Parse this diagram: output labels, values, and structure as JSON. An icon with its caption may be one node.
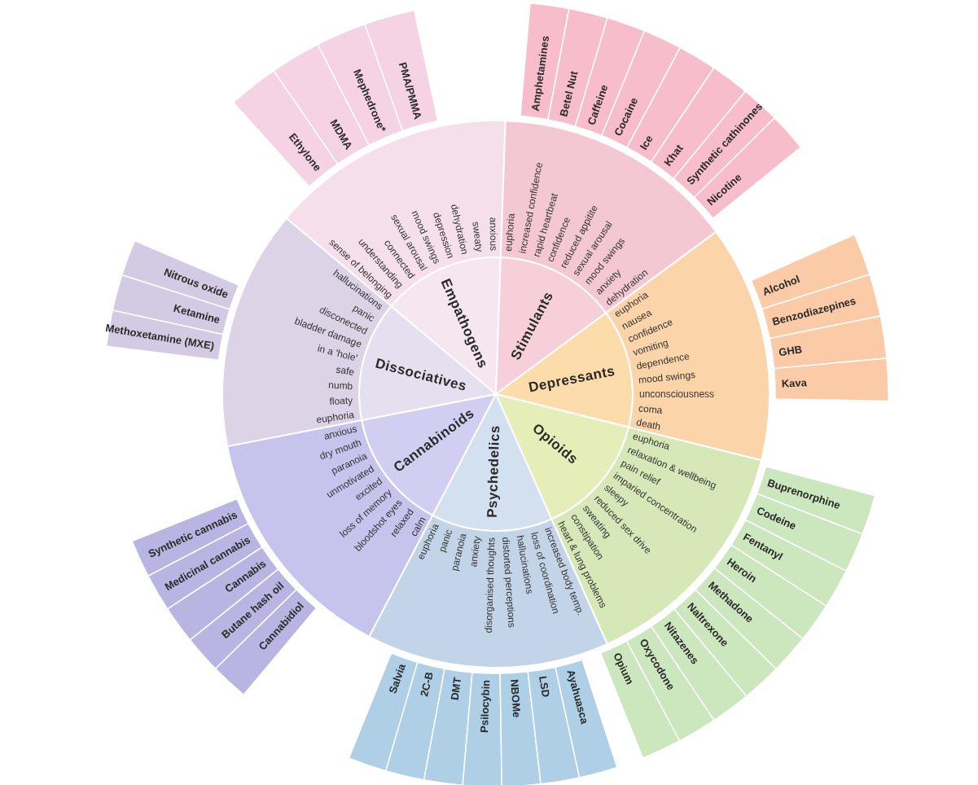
{
  "diagram": {
    "nodes": [
      {
        "text": [
          "Empathogens"
        ]
      },
      {
        "text": [
          "sense of belonging",
          "understanding",
          "connected",
          "sexual arousal",
          "mood swings",
          "depression",
          "dehydration",
          "sweaty",
          "anxious"
        ]
      },
      {
        "text": [
          "Ethylone"
        ]
      },
      {
        "text": [
          "MDMA"
        ]
      },
      {
        "text": [
          "Mephedrone*"
        ]
      },
      {
        "text": [
          "PMA/PMMA"
        ]
      },
      {
        "text": [
          "Stimulants"
        ]
      },
      {
        "text": [
          "euphoria",
          "increased confidence",
          "rapid heartbeat",
          "confidence",
          "reduced appitite",
          "sexual arousal",
          "mood swings",
          "anxiety",
          "dehydration"
        ]
      },
      {
        "text": [
          "Amphetamines"
        ]
      },
      {
        "text": [
          "Betel Nut"
        ]
      },
      {
        "text": [
          "Caffeine"
        ]
      },
      {
        "text": [
          "Cocaine"
        ]
      },
      {
        "text": [
          "Ice"
        ]
      },
      {
        "text": [
          "Khat"
        ]
      },
      {
        "text": [
          "Synthetic cathinones"
        ]
      },
      {
        "text": [
          "Nicotine"
        ]
      },
      {
        "text": [
          "Depressants"
        ]
      },
      {
        "text": [
          "euphoria",
          "nausea",
          "confidence",
          "vomiting",
          "dependence",
          "mood swings",
          "unconsciousness",
          "coma",
          "death"
        ]
      },
      {
        "text": [
          "Alcohol"
        ]
      },
      {
        "text": [
          "Benzodiazepines"
        ]
      },
      {
        "text": [
          "GHB"
        ]
      },
      {
        "text": [
          "Kava"
        ]
      },
      {
        "text": [
          "Opioids"
        ]
      },
      {
        "text": [
          "euphoria",
          "relaxation & wellbeing",
          "pain relief",
          "imparied concentration",
          "sleepy",
          "reduced sex drive",
          "sweating",
          "constipation",
          "heart & lung problems"
        ]
      },
      {
        "text": [
          "Buprenorphine"
        ]
      },
      {
        "text": [
          "Codeine"
        ]
      },
      {
        "text": [
          "Fentanyl"
        ]
      },
      {
        "text": [
          "Heroin"
        ]
      },
      {
        "text": [
          "Methadone"
        ]
      },
      {
        "text": [
          "Naltrexone"
        ]
      },
      {
        "text": [
          "Nitazenes"
        ]
      },
      {
        "text": [
          "Oxycodone"
        ]
      },
      {
        "text": [
          "Opium"
        ]
      },
      {
        "text": [
          "Psychedelics"
        ]
      },
      {
        "text": [
          "euphoria",
          "panic",
          "paranoia",
          "anxiety",
          "disorganised thoughts",
          "distorted perceptions",
          "hallucinations",
          "loss of coordination",
          "increased body temp."
        ]
      },
      {
        "text": [
          "Salvia"
        ]
      },
      {
        "text": [
          "2C-B"
        ]
      },
      {
        "text": [
          "DMT"
        ]
      },
      {
        "text": [
          "Psilocybin"
        ]
      },
      {
        "text": [
          "NBOMe"
        ]
      },
      {
        "text": [
          "LSD"
        ]
      },
      {
        "text": [
          "Ayahuasca"
        ]
      },
      {
        "text": [
          "Cannabinoids"
        ]
      },
      {
        "text": [
          "anxious",
          "dry mouth",
          "paranoia",
          "unmotivated",
          "excited",
          "loss of memory",
          "bloodshot eyes",
          "relaxed",
          "calm"
        ]
      },
      {
        "text": [
          "Synthetic cannabis"
        ]
      },
      {
        "text": [
          "Medicinal cannabis"
        ]
      },
      {
        "text": [
          "Cannabis"
        ]
      },
      {
        "text": [
          "Butane hash oil"
        ]
      },
      {
        "text": [
          "Cannabidiol"
        ]
      },
      {
        "text": [
          "Dissociatives"
        ]
      },
      {
        "text": [
          "hallucinations",
          "panic",
          "disconected",
          "bladder damage",
          "in a 'hole'",
          "safe",
          "numb",
          "floaty",
          "euphoria"
        ]
      },
      {
        "text": [
          "Nitrous oxide"
        ]
      },
      {
        "text": [
          "Ketamine"
        ]
      },
      {
        "text": [
          "Methoxetamine (MXE)"
        ]
      }
    ]
  }
}
